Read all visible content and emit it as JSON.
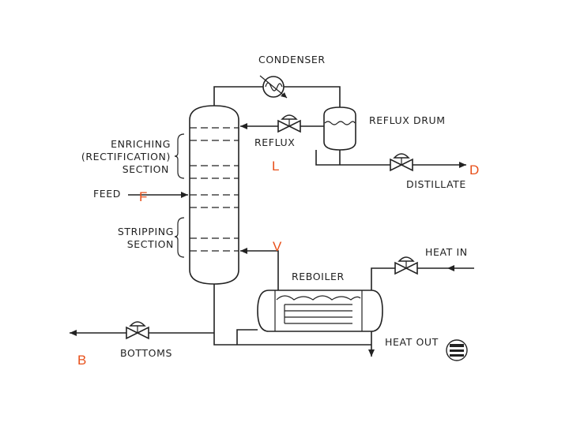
{
  "labels": {
    "condenser": "CONDENSER",
    "reflux_drum": "REFLUX DRUM",
    "reflux": "REFLUX",
    "enriching_1": "ENRICHING",
    "enriching_2": "(RECTIFICATION)",
    "enriching_3": "SECTION",
    "feed": "FEED",
    "distillate": "DISTILLATE",
    "stripping_1": "STRIPPING",
    "stripping_2": "SECTION",
    "heat_in": "HEAT IN",
    "reboiler": "REBOILER",
    "heat_out": "HEAT OUT",
    "bottoms": "BOTTOMS"
  },
  "variables": {
    "L": "L",
    "D": "D",
    "F": "F",
    "V": "V",
    "B": "B"
  },
  "colors": {
    "line": "#222222",
    "variable": "#e8501a"
  }
}
